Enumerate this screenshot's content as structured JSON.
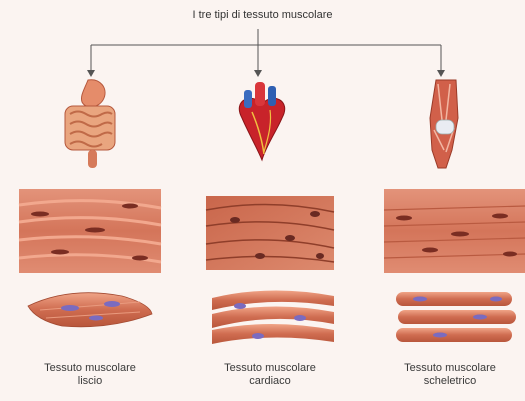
{
  "title": "I tre tipi di tessuto muscolare",
  "columns": [
    {
      "label_line1": "Tessuto muscolare",
      "label_line2": "liscio",
      "organ_icon": "digestive-system-icon"
    },
    {
      "label_line1": "Tessuto muscolare",
      "label_line2": "cardiaco",
      "organ_icon": "heart-icon"
    },
    {
      "label_line1": "Tessuto muscolare",
      "label_line2": "scheletrico",
      "organ_icon": "arm-muscle-icon"
    }
  ],
  "colors": {
    "background": "#fbf4f1",
    "tissue": "#d97a5e",
    "tissue_dark": "#a9452d",
    "nucleus": "#7a6bc0",
    "heart_red": "#c8232a",
    "vessel_blue": "#2f5fb2",
    "arrow": "#555555"
  }
}
